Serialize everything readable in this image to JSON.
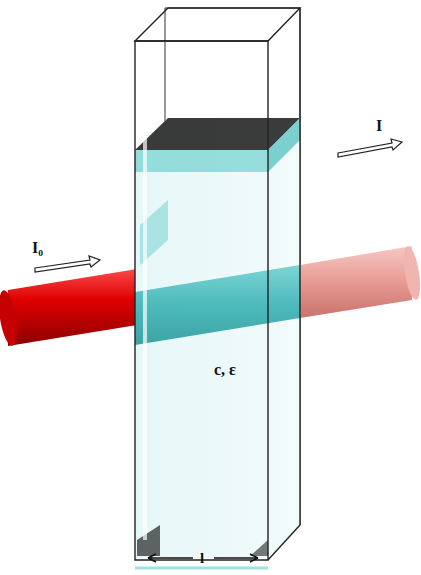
{
  "diagram": {
    "labels": [
      "I₀",
      "I",
      "c, ε",
      "l"
    ]
  }
}
